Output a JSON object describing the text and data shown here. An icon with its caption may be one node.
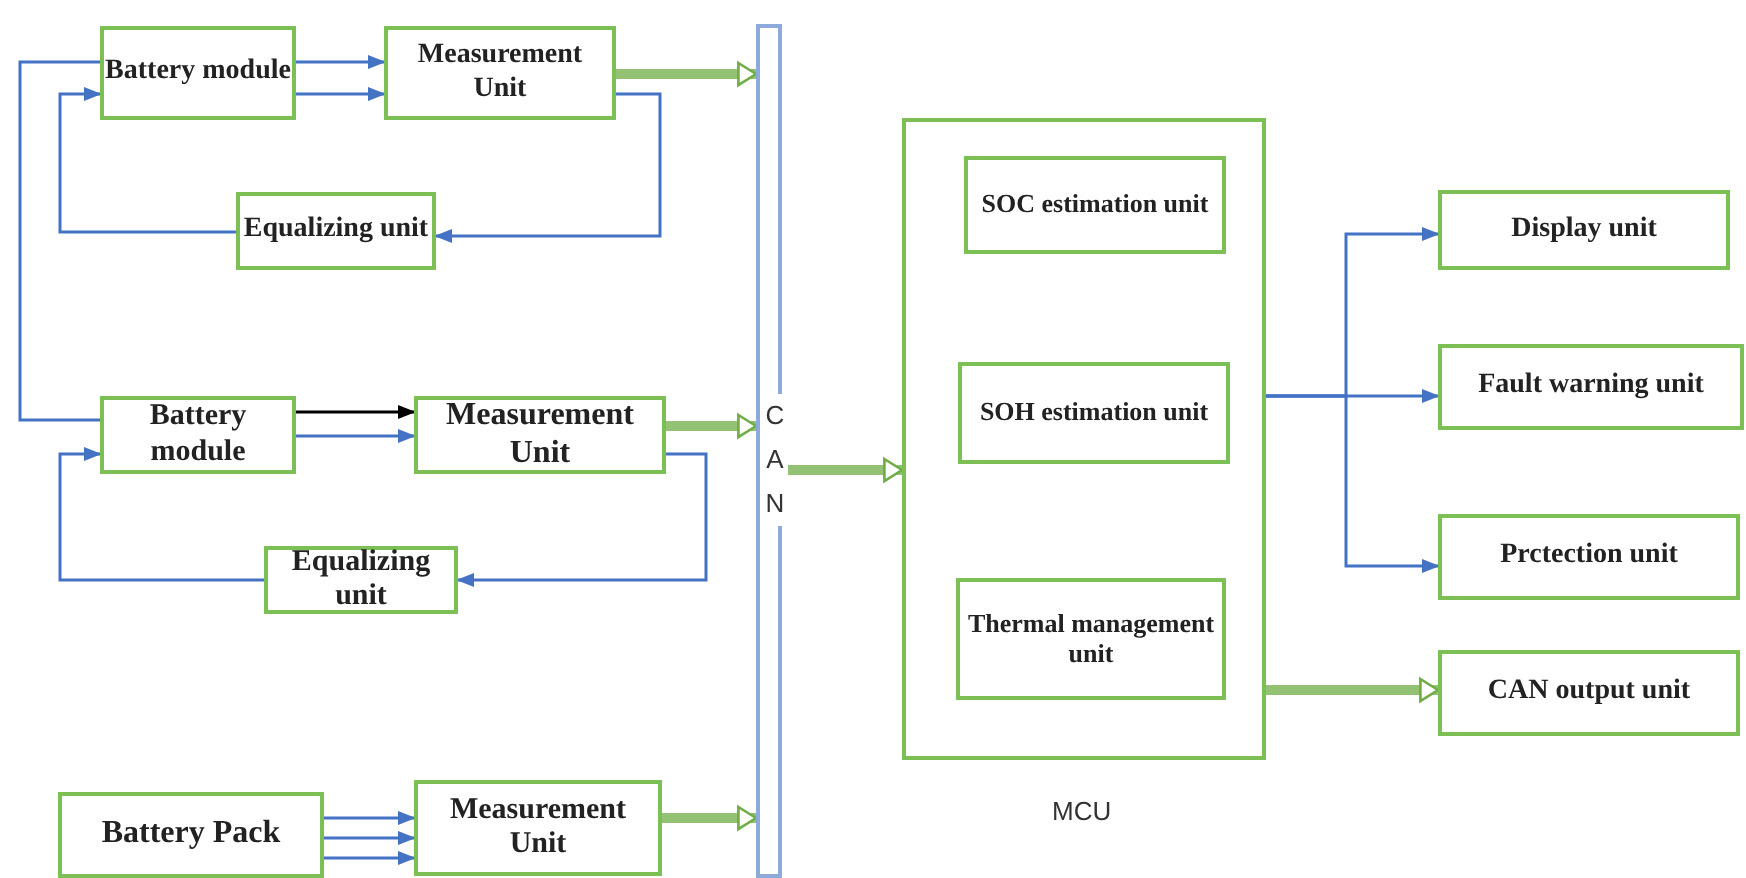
{
  "diagram": {
    "nodes": [
      {
        "text": [
          "Battery module"
        ]
      },
      {
        "text": [
          "Measurement Unit"
        ]
      },
      {
        "text": [
          "Equalizing unit"
        ]
      },
      {
        "text": [
          "Battery module"
        ]
      },
      {
        "text": [
          "Measurement Unit"
        ]
      },
      {
        "text": [
          "Equalizing unit"
        ]
      },
      {
        "text": [
          "Battery Pack"
        ]
      },
      {
        "text": [
          "Measurement Unit"
        ]
      },
      {
        "text": [
          "CAN"
        ]
      },
      {
        "text": [],
        "shape": "box",
        "beside": [
          "MCU"
        ]
      },
      {
        "text": [
          "SOC estimation unit"
        ],
        "in": 9
      },
      {
        "text": [
          "SOH estimation unit"
        ],
        "in": 9
      },
      {
        "text": [
          "Thermal management unit"
        ],
        "in": 9
      },
      {
        "text": [
          "Display unit"
        ]
      },
      {
        "text": [
          "Fault warning unit"
        ]
      },
      {
        "text": [
          "Prctection unit"
        ]
      },
      {
        "text": [
          "CAN output  unit"
        ]
      }
    ],
    "edges": [
      {
        "from": 0,
        "to": 1,
        "arrow": "to"
      },
      {
        "from": 0,
        "to": 1,
        "arrow": "to"
      },
      {
        "from": 1,
        "to": 8,
        "arrow": "to",
        "style": "thick",
        "color": "#70ad47"
      },
      {
        "from": 1,
        "to": 2,
        "arrow": "to"
      },
      {
        "from": 2,
        "to": 0,
        "arrow": "to"
      },
      {
        "from": 0,
        "to": 3,
        "arrow": "none"
      },
      {
        "from": 3,
        "to": 4,
        "arrow": "to",
        "color": "#000000"
      },
      {
        "from": 3,
        "to": 4,
        "arrow": "to"
      },
      {
        "from": 4,
        "to": 8,
        "arrow": "to",
        "style": "thick",
        "color": "#70ad47"
      },
      {
        "from": 4,
        "to": 5,
        "arrow": "to"
      },
      {
        "from": 5,
        "to": 3,
        "arrow": "to"
      },
      {
        "from": 6,
        "to": 7,
        "arrow": "to"
      },
      {
        "from": 6,
        "to": 7,
        "arrow": "to"
      },
      {
        "from": 6,
        "to": 7,
        "arrow": "to"
      },
      {
        "from": 7,
        "to": 8,
        "arrow": "to",
        "style": "thick",
        "color": "#70ad47"
      },
      {
        "from": 8,
        "to": 9,
        "arrow": "to",
        "style": "thick",
        "color": "#70ad47"
      },
      {
        "from": 9,
        "to": 13,
        "arrow": "to"
      },
      {
        "from": 9,
        "to": 14,
        "arrow": "to"
      },
      {
        "from": 9,
        "to": 15,
        "arrow": "to"
      },
      {
        "from": 9,
        "to": 16,
        "arrow": "to",
        "style": "thick",
        "color": "#70ad47"
      }
    ]
  }
}
